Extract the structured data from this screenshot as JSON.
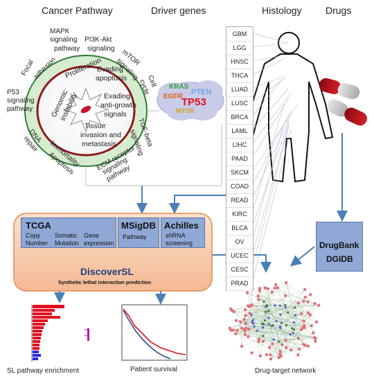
{
  "headers": {
    "cancer_pathway": "Cancer Pathway",
    "driver_genes": "Driver genes",
    "histology": "Histology",
    "drugs": "Drugs"
  },
  "pathways_outer": {
    "mapk": [
      "MAPK",
      "signaling",
      "pathway"
    ],
    "pi3k": [
      "PI3K-Akt",
      "signaling"
    ],
    "mtor": [
      "mTOR",
      "signaling"
    ],
    "cell_cycle": [
      "Cell",
      "cycle"
    ],
    "focal": [
      "Focal",
      "adhesion"
    ],
    "p53": [
      "P53",
      "signaling",
      "pathway"
    ],
    "dna": [
      "DNA",
      "repair"
    ],
    "apoptosis": "Apoptosis",
    "tgf": [
      "TGF-beta",
      "signaling"
    ],
    "ecm": [
      "ECM receptor",
      "signaling",
      "pathway"
    ]
  },
  "hallmarks": {
    "proliferation": "Proliferation",
    "evading_apoptosis": [
      "Evading",
      "apoptosis"
    ],
    "genomic": [
      "Genomic",
      "instability"
    ],
    "anti_growth": [
      "Evading",
      "anti-growth",
      "signals"
    ],
    "immortality": "Immortality",
    "invasion": [
      "Tissue",
      "invasion and",
      "metastasis"
    ]
  },
  "genes": {
    "kras": "KRAS",
    "pten": "PTEN",
    "egfr": "EGFR",
    "tp53": "TP53",
    "mtor": "MTOR",
    "colors": {
      "kras": "#3c9a3c",
      "pten": "#6fa8dc",
      "egfr": "#e06010",
      "tp53": "#e01020",
      "mtor": "#d0a020"
    }
  },
  "cancers": [
    "GBM",
    "LGG",
    "HNSC",
    "THCA",
    "LUAD",
    "LUSC",
    "BRCA",
    "LAML",
    "LIHC",
    "PAAD",
    "SKCM",
    "COAD",
    "READ",
    "KIRC",
    "BLCA",
    "OV",
    "UCEC",
    "CESC",
    "PRAD"
  ],
  "datasets": {
    "tcga": {
      "title": "TCGA",
      "sub1": [
        "Copy",
        "Number"
      ],
      "sub2": [
        "Somatic",
        "Mutation"
      ],
      "sub3": [
        "Gene",
        "expression"
      ]
    },
    "msigdb": {
      "title": "MSigDB",
      "sub": "Pathway"
    },
    "achilles": {
      "title": "Achilles",
      "sub": [
        "shRNA",
        "screening"
      ]
    }
  },
  "discover": {
    "title": "DiscoverSL",
    "subtitle": "Synthetic lethal interaction prediction"
  },
  "drug_db": {
    "line1": "DrugBank",
    "line2": "DGIDB"
  },
  "captions": {
    "sl": "SL pathway enrichment",
    "survival": "Patient survival",
    "network": "Drug-target network"
  },
  "colors": {
    "orange_panel": "#f8cfb0",
    "blue_box": "#8fa8d6",
    "arrow": "#4a7fb8",
    "hallmark_red": "#c8102e",
    "ring_green": "#d6ecd0"
  }
}
